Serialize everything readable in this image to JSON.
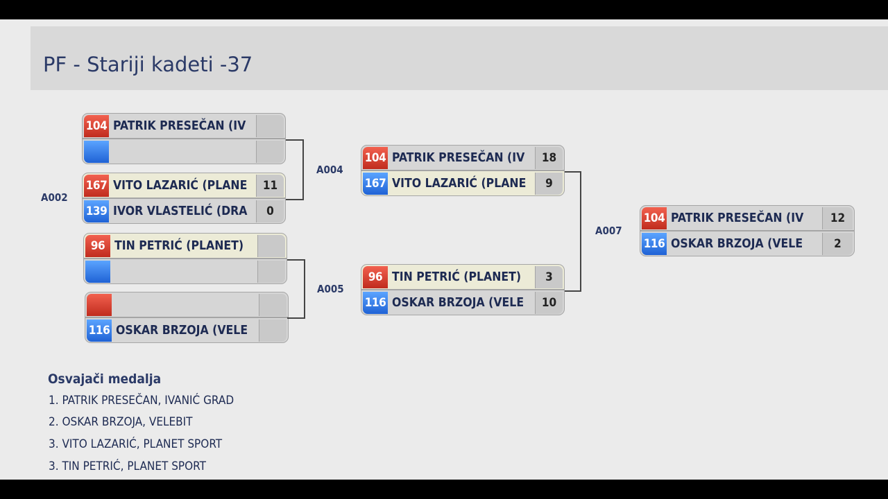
{
  "title": "PF - Stariji kadeti -37",
  "matches": {
    "A002": "A002",
    "A004": "A004",
    "A005": "A005",
    "A007": "A007"
  },
  "round1": [
    {
      "seed": "104",
      "name": "PATRIK PRESEČAN (IV",
      "score": ""
    },
    {
      "seed": "",
      "name": "",
      "score": ""
    },
    {
      "seed": "167",
      "name": "VITO LAZARIĆ (PLANE",
      "score": "11"
    },
    {
      "seed": "139",
      "name": "IVOR VLASTELIĆ (DRA",
      "score": "0"
    },
    {
      "seed": "96",
      "name": "TIN PETRIĆ (PLANET)",
      "score": ""
    },
    {
      "seed": "",
      "name": "",
      "score": ""
    },
    {
      "seed": "",
      "name": "",
      "score": ""
    },
    {
      "seed": "116",
      "name": "OSKAR BRZOJA (VELE",
      "score": ""
    }
  ],
  "semis": [
    {
      "seed": "104",
      "name": "PATRIK PRESEČAN (IV",
      "score": "18"
    },
    {
      "seed": "167",
      "name": "VITO LAZARIĆ (PLANE",
      "score": "9"
    },
    {
      "seed": "96",
      "name": "TIN PETRIĆ (PLANET)",
      "score": "3"
    },
    {
      "seed": "116",
      "name": "OSKAR BRZOJA (VELE",
      "score": "10"
    }
  ],
  "final": [
    {
      "seed": "104",
      "name": "PATRIK PRESEČAN (IV",
      "score": "12"
    },
    {
      "seed": "116",
      "name": "OSKAR BRZOJA (VELE",
      "score": "2"
    }
  ],
  "medals": {
    "title": "Osvajači medalja",
    "list": [
      "1. PATRIK PRESEČAN, IVANIĆ GRAD",
      "2. OSKAR BRZOJA, VELEBIT",
      "3. VITO LAZARIĆ, PLANET SPORT",
      "3. TIN PETRIĆ, PLANET SPORT"
    ]
  },
  "colors": {
    "red_corner": "#d63b2b",
    "blue_corner": "#2f74e6",
    "winner_row": "#ecebd7",
    "text": "#1d2a52"
  }
}
